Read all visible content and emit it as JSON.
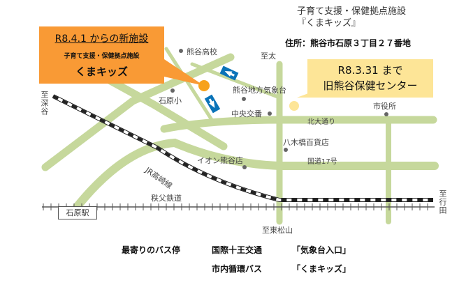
{
  "header": {
    "title": "子育て支援・保健拠点施設",
    "subtitle": "『くまキッズ』",
    "address": "住所：熊谷市石原３丁目２７番地"
  },
  "new_facility": {
    "date_label": "R8.4.1 からの新施設",
    "category": "子育て支援・保健拠点施設",
    "name": "くまキッズ",
    "color": "#f99a35"
  },
  "old_facility": {
    "date_label": "R8.3.31 まで",
    "name": "旧熊谷保健センター",
    "color": "#fde597"
  },
  "landmarks": {
    "school": "熊谷高校",
    "elementary": "石原小",
    "weather": "熊谷地方気象台",
    "police": "中央交番",
    "city_hall": "市役所",
    "dept_store": "八木橋百貨店",
    "aeon": "イオン熊谷店",
    "station": "石原駅"
  },
  "roads": {
    "kita_odori": "北大通り",
    "route17": "国道17号",
    "jr": "JR高崎線",
    "chichibu": "秩父鉄道"
  },
  "directions": {
    "fukaya": "至深谷",
    "futo": "至太",
    "higashimatsuyama": "至東松山",
    "gyoda": "至行田"
  },
  "bus": {
    "label": "最寄りのバス停",
    "line1_company": "国際十王交通",
    "line1_stop": "「気象台入口」",
    "line2_company": "市内循環バス",
    "line2_stop": "「くまキッズ」"
  },
  "colors": {
    "road": "#c6d89c",
    "arrow": "#0a73b8"
  }
}
